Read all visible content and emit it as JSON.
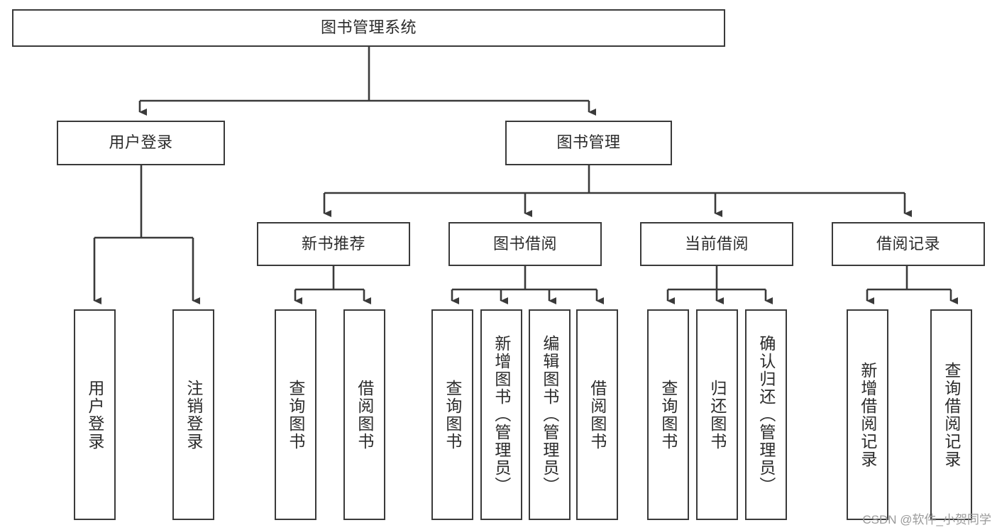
{
  "diagram": {
    "type": "tree-hierarchy",
    "title": "图书管理系统",
    "watermark": "CSDN @软件_小贺同学",
    "colors": {
      "box_border": "#3a3a3a",
      "box_fill": "#ffffff",
      "connector": "#3a3a3a",
      "text": "#2b2b2b",
      "watermark": "#9a9a9a",
      "background": "#ffffff"
    },
    "nodes": {
      "root": {
        "label": "图书管理系统",
        "level": 1,
        "orientation": "horizontal"
      },
      "l2": [
        {
          "id": "user-login",
          "label": "用户登录",
          "level": 2,
          "orientation": "horizontal"
        },
        {
          "id": "book-manage",
          "label": "图书管理",
          "level": 2,
          "orientation": "horizontal"
        }
      ],
      "l3": [
        {
          "id": "new-book-rec",
          "label": "新书推荐",
          "level": 3,
          "orientation": "horizontal"
        },
        {
          "id": "book-borrow",
          "label": "图书借阅",
          "level": 3,
          "orientation": "horizontal"
        },
        {
          "id": "current-borrow",
          "label": "当前借阅",
          "level": 3,
          "orientation": "horizontal"
        },
        {
          "id": "borrow-record",
          "label": "借阅记录",
          "level": 3,
          "orientation": "horizontal"
        }
      ],
      "leaves": {
        "user_login": [
          {
            "id": "leaf-user-login",
            "label": "用户登录",
            "orientation": "vertical"
          },
          {
            "id": "leaf-user-logout",
            "label": "注销登录",
            "orientation": "vertical"
          }
        ],
        "new_book_rec": [
          {
            "id": "leaf-query-book-1",
            "label": "查询图书",
            "orientation": "vertical"
          },
          {
            "id": "leaf-borrow-book-1",
            "label": "借阅图书",
            "orientation": "vertical"
          }
        ],
        "book_borrow": [
          {
            "id": "leaf-query-book-2",
            "label": "查询图书",
            "orientation": "vertical"
          },
          {
            "id": "leaf-add-book",
            "label": "新增图书（管理员）",
            "orientation": "vertical"
          },
          {
            "id": "leaf-edit-book",
            "label": "编辑图书（管理员）",
            "orientation": "vertical"
          },
          {
            "id": "leaf-borrow-book-2",
            "label": "借阅图书",
            "orientation": "vertical"
          }
        ],
        "current_borrow": [
          {
            "id": "leaf-query-book-3",
            "label": "查询图书",
            "orientation": "vertical"
          },
          {
            "id": "leaf-return-book",
            "label": "归还图书",
            "orientation": "vertical"
          },
          {
            "id": "leaf-confirm-return",
            "label": "确认归还（管理员）",
            "orientation": "vertical"
          }
        ],
        "borrow_record": [
          {
            "id": "leaf-add-record",
            "label": "新增借阅记录",
            "orientation": "vertical"
          },
          {
            "id": "leaf-query-record",
            "label": "查询借阅记录",
            "orientation": "vertical"
          }
        ]
      }
    }
  }
}
